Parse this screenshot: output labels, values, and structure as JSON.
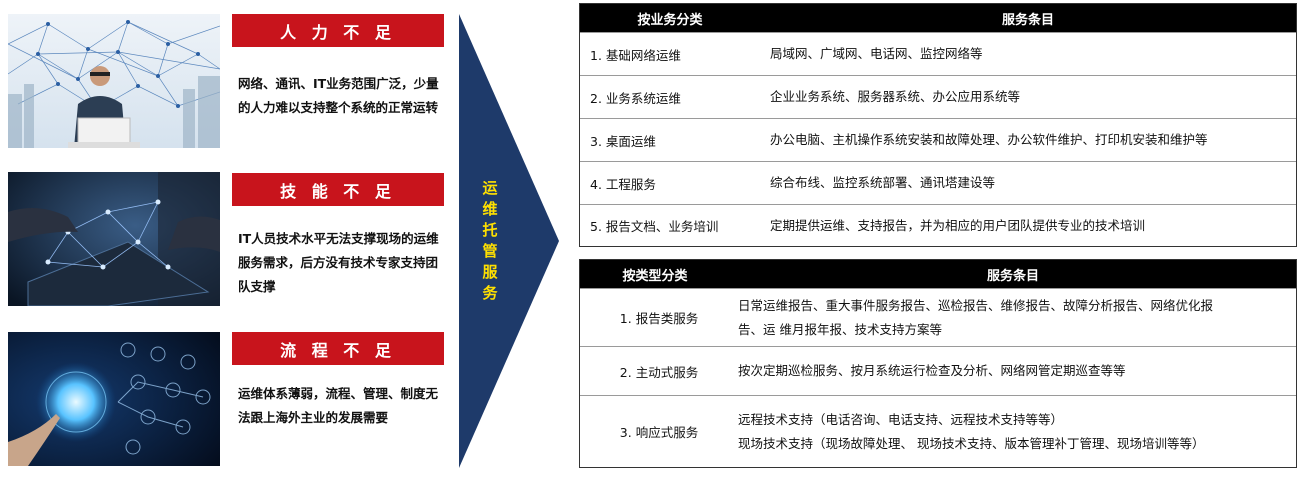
{
  "left_panels": [
    {
      "title": "人 力 不 足",
      "desc": "网络、通讯、IT业务范围广泛，少量的人力难以支持整个系统的正常运转"
    },
    {
      "title": "技 能 不 足",
      "desc": "IT人员技术水平无法支撑现场的运维服务需求，后方没有技术专家支持团队支撑"
    },
    {
      "title": "流 程 不 足",
      "desc": "运维体系薄弱，流程、管理、制度无法跟上海外主业的发展需要"
    }
  ],
  "arrow": {
    "label": "运维托管服务",
    "chars": [
      "运",
      "维",
      "托",
      "管",
      "服",
      "务"
    ]
  },
  "table_business": {
    "headers": [
      "按业务分类",
      "服务条目"
    ],
    "rows": [
      {
        "category": "1. 基础网络运维",
        "item": "局域网、广域网、电话网、监控网络等"
      },
      {
        "category": "2. 业务系统运维",
        "item": "企业业务系统、服务器系统、办公应用系统等"
      },
      {
        "category": "3. 桌面运维",
        "item": "办公电脑、主机操作系统安装和故障处理、办公软件维护、打印机安装和维护等"
      },
      {
        "category": "4. 工程服务",
        "item": "综合布线、监控系统部署、通讯塔建设等"
      },
      {
        "category": "5. 报告文档、业务培训",
        "item": "定期提供运维、支持报告，并为相应的用户团队提供专业的技术培训"
      }
    ]
  },
  "table_type": {
    "headers": [
      "按类型分类",
      "服务条目"
    ],
    "rows": [
      {
        "category": "1. 报告类服务",
        "lines": [
          "日常运维报告、重大事件服务报告、巡检报告、维修报告、故障分析报告、网络优化报",
          "告、运 维月报年报、技术支持方案等"
        ]
      },
      {
        "category": "2. 主动式服务",
        "lines": [
          "按次定期巡检服务、按月系统运行检查及分析、网络网管定期巡查等等"
        ]
      },
      {
        "category": "3. 响应式服务",
        "lines": [
          "远程技术支持（电话咨询、电话支持、远程技术支持等等）",
          "现场技术支持（现场故障处理、 现场技术支持、版本管理补丁管理、现场培训等等）"
        ]
      }
    ]
  },
  "colors": {
    "red": "#c8141c",
    "navy": "#1e3a6a",
    "yellow": "#ffe000",
    "black": "#000000"
  }
}
